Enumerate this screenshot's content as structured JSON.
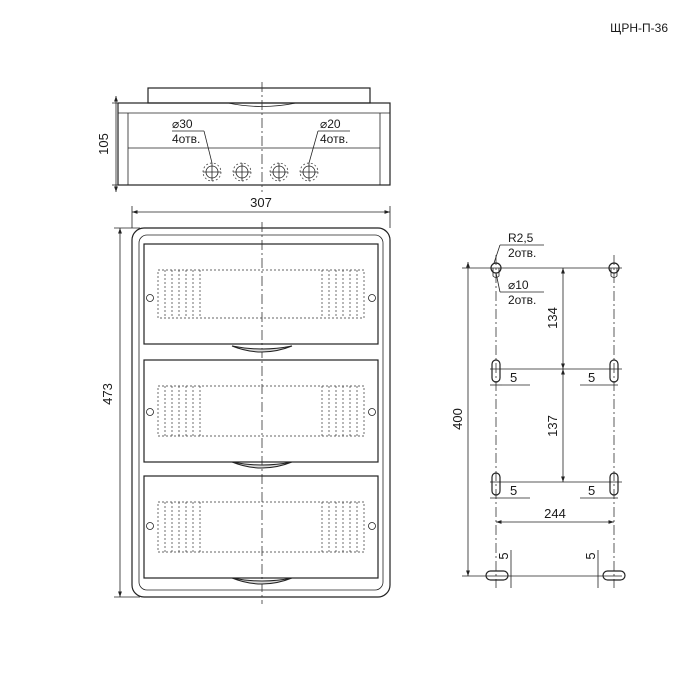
{
  "model": "ЩРН-П-36",
  "top_view": {
    "height_dim": "105",
    "hole_left_diam": "⌀30",
    "hole_left_count": "4отв.",
    "hole_right_diam": "⌀20",
    "hole_right_count": "4отв."
  },
  "front_view": {
    "width_dim": "307",
    "height_dim": "473"
  },
  "mount_view": {
    "radius_label": "R2,5",
    "radius_count": "2отв.",
    "hole_diam": "⌀10",
    "hole_count": "2отв.",
    "total_height": "400",
    "spacing_upper": "134",
    "spacing_lower": "137",
    "width": "244",
    "slot_labels": [
      "5",
      "5",
      "5",
      "5"
    ],
    "bottom_slot_labels": [
      "5",
      "5"
    ]
  }
}
